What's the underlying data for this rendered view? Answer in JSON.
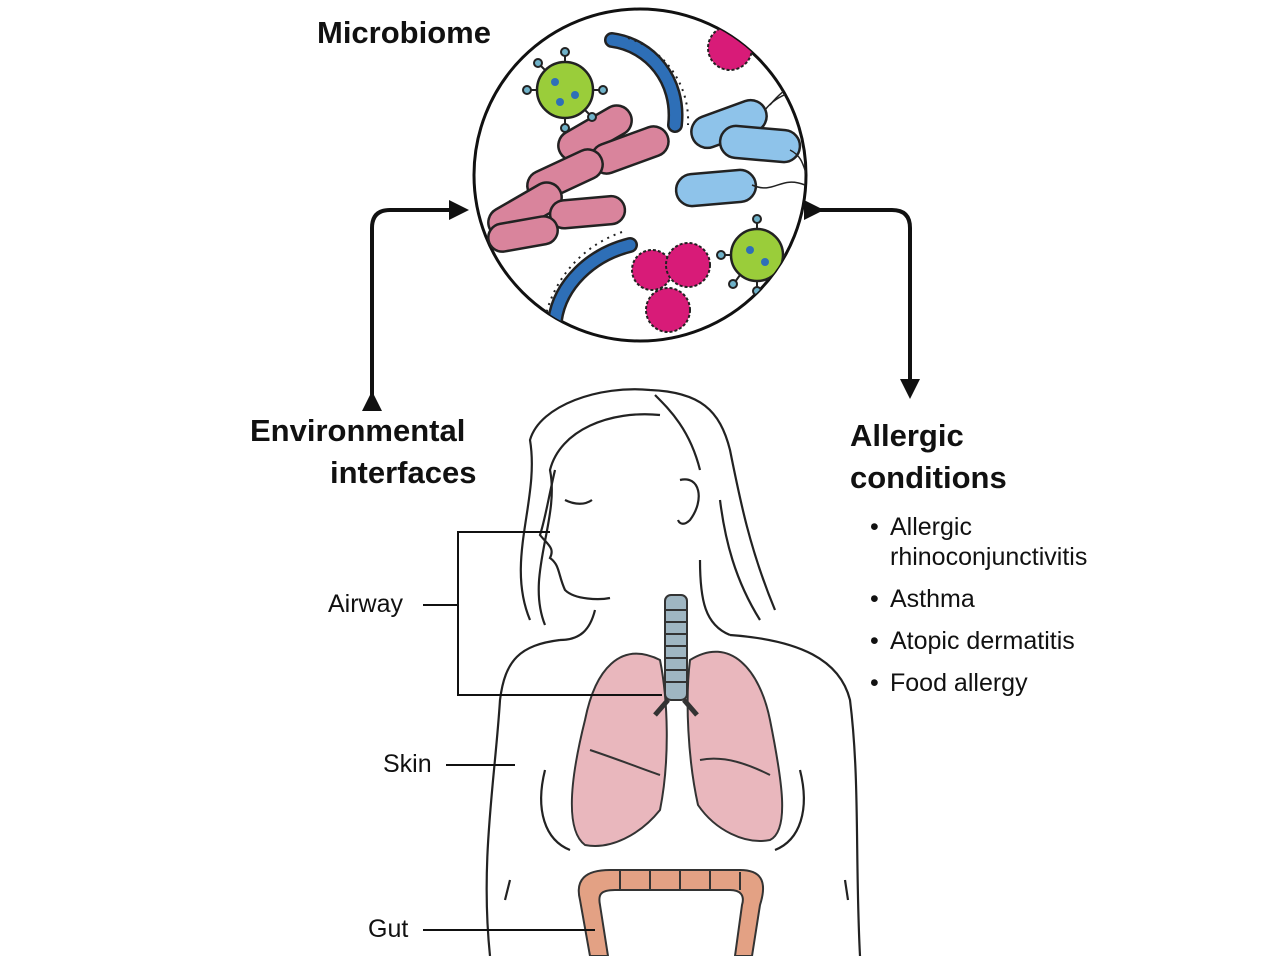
{
  "title": "Microbiome",
  "left_heading": {
    "line1": "Environmental",
    "line2": "interfaces"
  },
  "right_heading": {
    "line1": "Allergic",
    "line2": "conditions"
  },
  "conditions": [
    "Allergic rhinoconjunctivitis",
    "Asthma",
    "Atopic dermatitis",
    "Food allergy"
  ],
  "body_labels": {
    "airway": "Airway",
    "skin": "Skin",
    "gut": "Gut"
  },
  "colors": {
    "virus": "#9acd3a",
    "rod_pink": "#d9849c",
    "rod_blue": "#8ec3ea",
    "curved_blue": "#2e6fb7",
    "coccus": "#d81b78",
    "lung": "#e9b7bd",
    "colon": "#e3a184",
    "trachea": "#9fb6c2"
  }
}
